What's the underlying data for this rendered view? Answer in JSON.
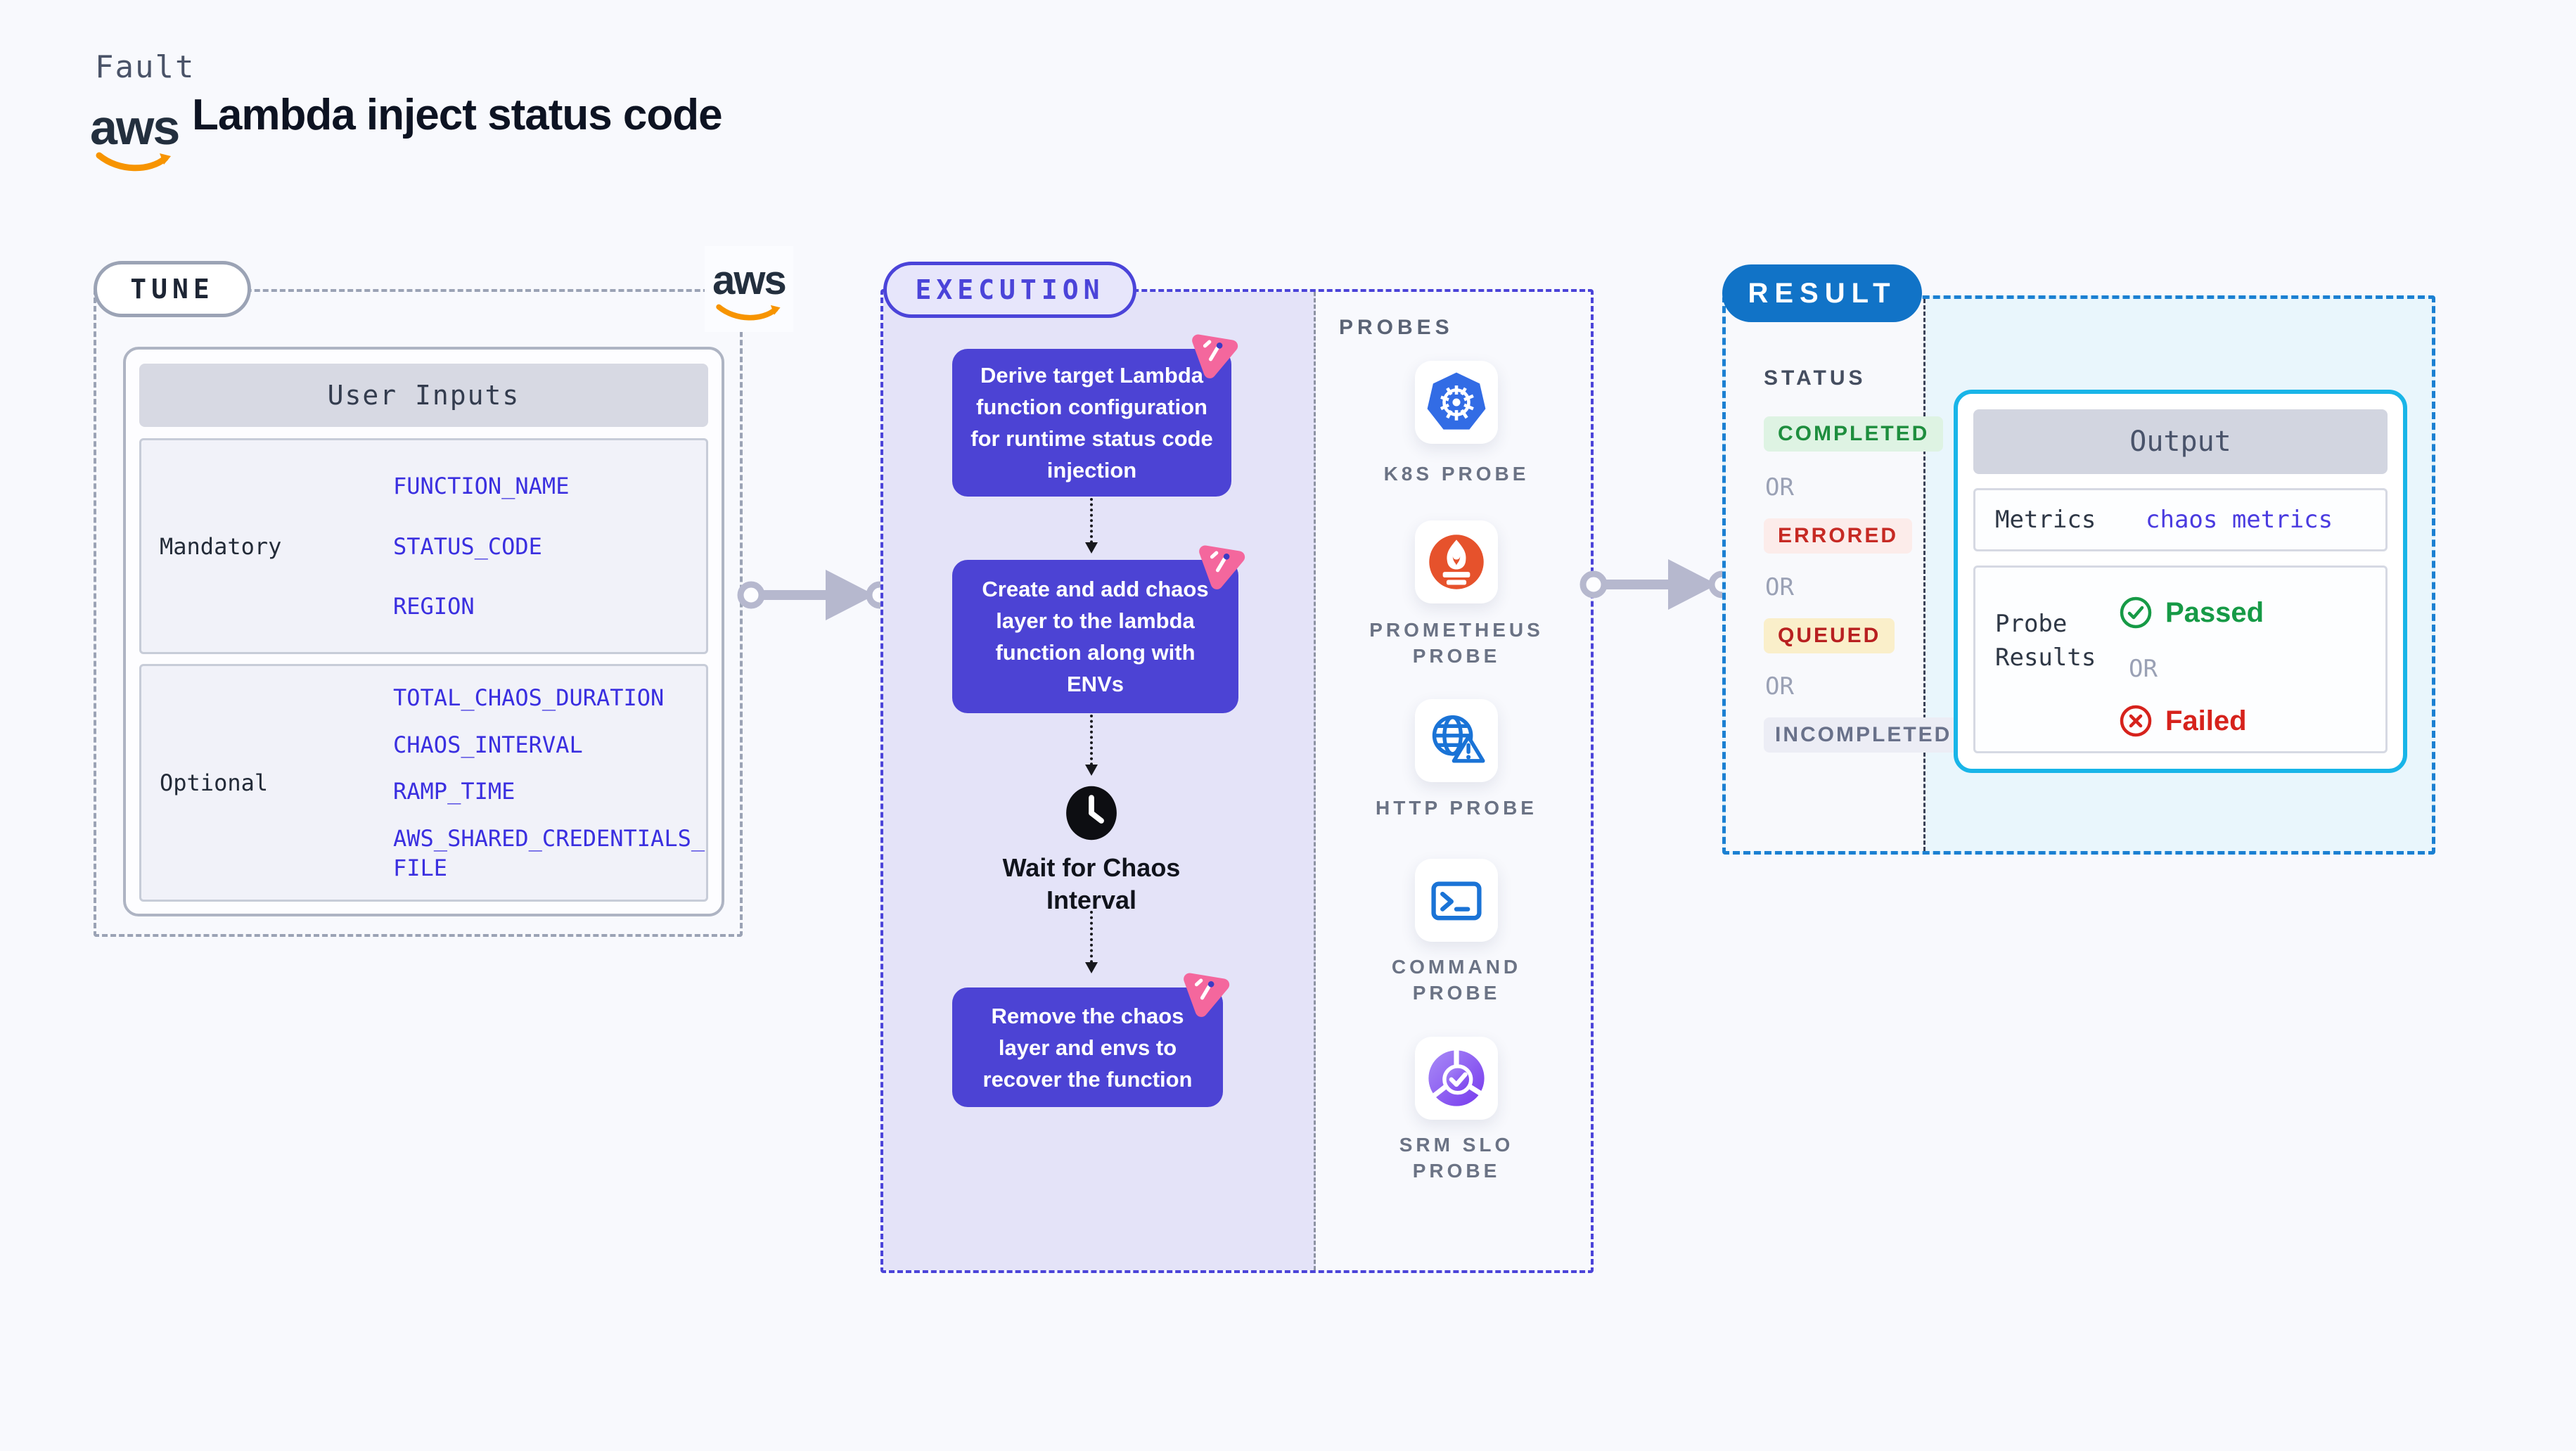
{
  "header": {
    "eyebrow": "Fault",
    "title": "Lambda inject status code",
    "aws_logo_text": "aws"
  },
  "tune": {
    "pill": "TUNE",
    "aws_logo_text": "aws",
    "user_inputs": {
      "header": "User Inputs",
      "groups": [
        {
          "label": "Mandatory",
          "fields": [
            "FUNCTION_NAME",
            "STATUS_CODE",
            "REGION"
          ]
        },
        {
          "label": "Optional",
          "fields": [
            "TOTAL_CHAOS_DURATION",
            "CHAOS_INTERVAL",
            "RAMP_TIME",
            "AWS_SHARED_CREDENTIALS_FILE"
          ]
        }
      ]
    }
  },
  "execution": {
    "pill": "EXECUTION",
    "steps": [
      "Derive target Lambda\nfunction configuration\nfor runtime status code\ninjection",
      "Create and add chaos\nlayer to the lambda\nfunction along with\nENVs",
      "Remove the chaos\nlayer and envs to\nrecover the function"
    ],
    "wait_label": "Wait for Chaos\nInterval"
  },
  "probes": {
    "title": "PROBES",
    "items": [
      {
        "label": "K8S PROBE",
        "icon": "kubernetes-icon"
      },
      {
        "label": "PROMETHEUS\nPROBE",
        "icon": "prometheus-icon"
      },
      {
        "label": "HTTP PROBE",
        "icon": "http-globe-warning-icon"
      },
      {
        "label": "COMMAND\nPROBE",
        "icon": "terminal-icon"
      },
      {
        "label": "SRM SLO\nPROBE",
        "icon": "slo-donut-check-icon"
      }
    ]
  },
  "result": {
    "pill": "RESULT",
    "status_title": "STATUS",
    "or_label": "OR",
    "statuses": [
      {
        "label": "COMPLETED",
        "fg": "#1e8e3e",
        "bg": "#def3e3"
      },
      {
        "label": "ERRORED",
        "fg": "#c62a24",
        "bg": "#fcecea"
      },
      {
        "label": "QUEUED",
        "fg": "#b82020",
        "bg": "#faefca"
      },
      {
        "label": "INCOMPLETED",
        "fg": "#69718a",
        "bg": "#ecedf5"
      }
    ],
    "output": {
      "header": "Output",
      "metrics_label": "Metrics",
      "metrics_value": "chaos metrics",
      "probe_results_label": "Probe\nResults",
      "passed_label": "Passed",
      "failed_label": "Failed"
    }
  },
  "colors": {
    "page_bg": "#f8f9fd",
    "step_box": "#4c43d4",
    "execution_accent": "#4b44d9",
    "execution_bg": "#e4e3f8",
    "result_accent": "#1b80d2",
    "result_pill_bg": "#1173c7",
    "output_border": "#19b5e8",
    "field_text": "#3a2fe0",
    "metrics_value_text": "#4a3be0",
    "passed_green": "#169a46",
    "failed_red": "#d6221c",
    "chaos_pink": "#f4679d",
    "kubernetes_blue": "#326ce5",
    "prometheus_orange": "#e6522c",
    "aws_smile_orange": "#f79400",
    "connector_gray": "#b6b8ce"
  }
}
